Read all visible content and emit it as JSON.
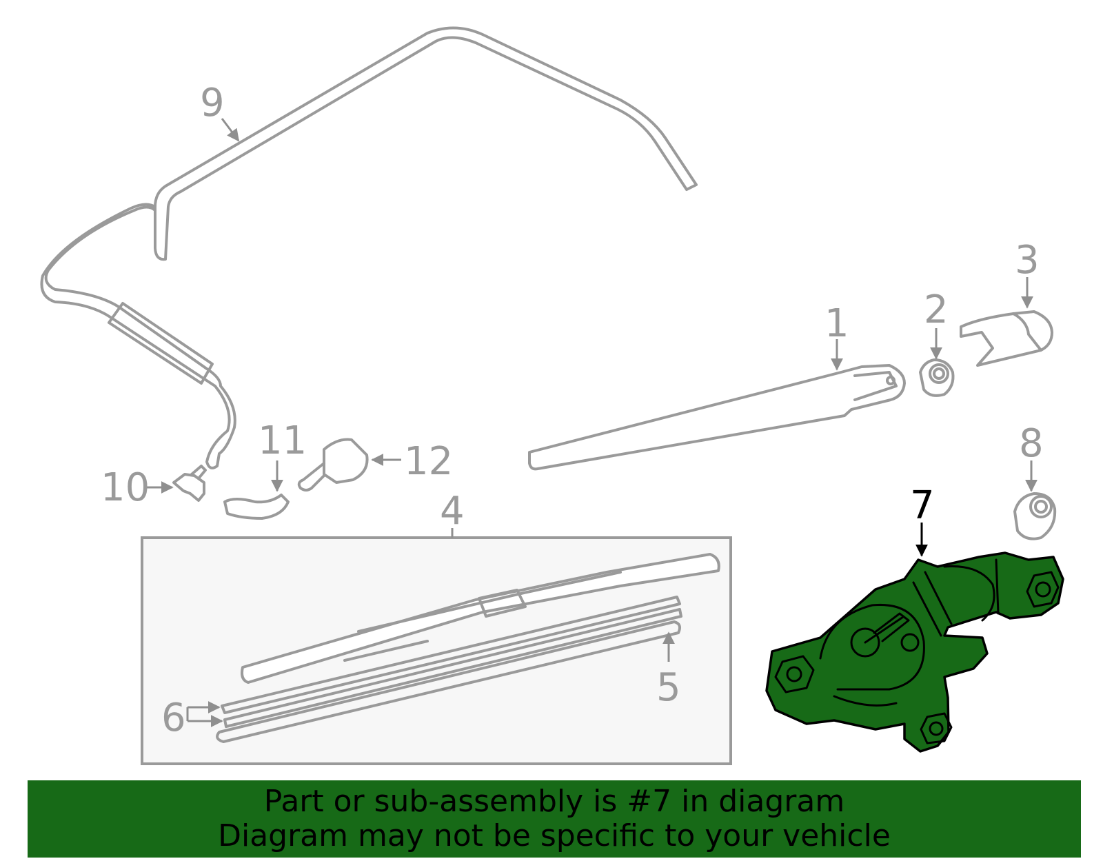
{
  "colors": {
    "highlight": "#176a17",
    "banner": "#176a17",
    "part_stroke": "#9a9a9a",
    "callout_text": "#9a9a9a",
    "highlight_callout": "#000000"
  },
  "callouts": {
    "c1": "1",
    "c2": "2",
    "c3": "3",
    "c4": "4",
    "c5": "5",
    "c6": "6",
    "c7": "7",
    "c8": "8",
    "c9": "9",
    "c10": "10",
    "c11": "11",
    "c12": "12"
  },
  "banner": {
    "line1": "Part or sub-assembly is #7 in diagram",
    "line2": "Diagram may not be specific to your vehicle"
  }
}
